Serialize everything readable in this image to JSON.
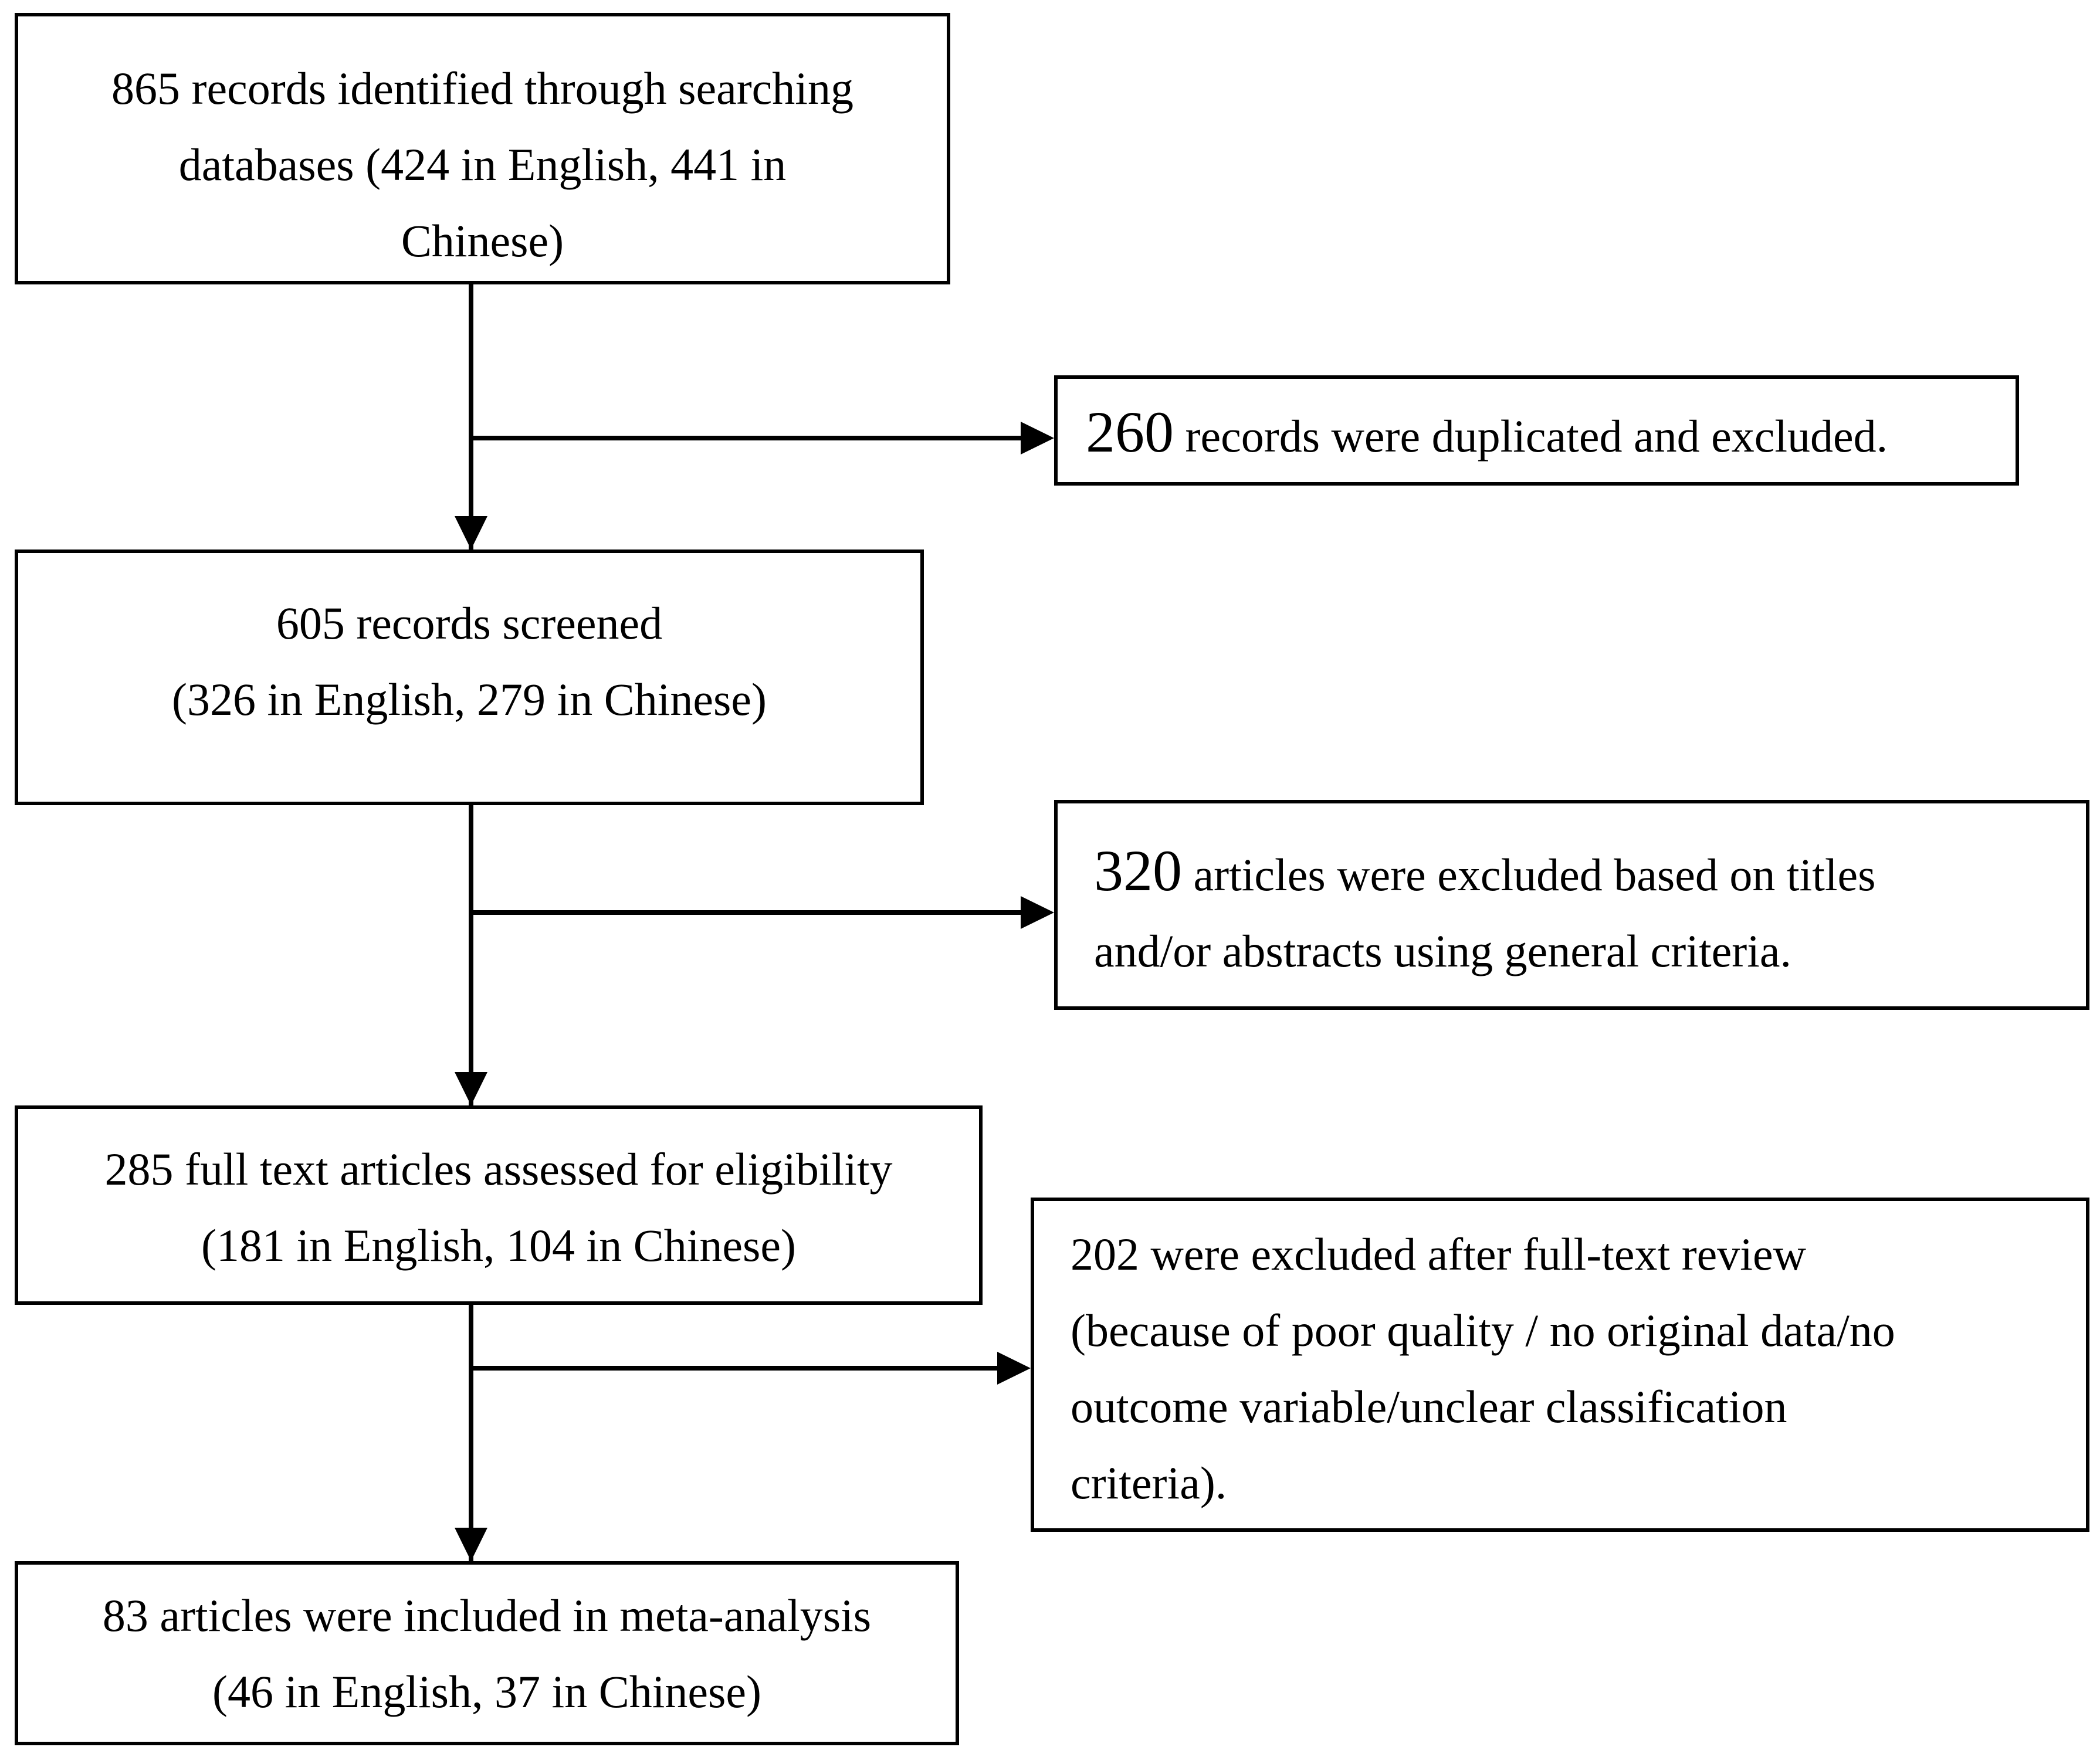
{
  "steps": {
    "identified": {
      "line1": "865 records identified through searching",
      "line2": "databases (424 in English, 441 in",
      "line3": "Chinese)"
    },
    "screened": {
      "line1": "605 records screened",
      "line2": "(326 in English, 279 in Chinese)"
    },
    "eligibility": {
      "line1": "285 full text articles assessed for eligibility",
      "line2": "(181 in English, 104 in Chinese)"
    },
    "included": {
      "line1": "83 articles were included in meta-analysis",
      "line2": "(46 in English, 37 in Chinese)"
    }
  },
  "exclusions": {
    "duplicates": {
      "count": "260",
      "text": " records were duplicated and excluded."
    },
    "title_abstract": {
      "count": "320",
      "line1_rest": " articles were excluded based on titles",
      "line2": "and/or abstracts using general criteria."
    },
    "full_text": {
      "line1": "202 were excluded after full-text review",
      "line2": "(because of poor quality / no original data/no",
      "line3": "outcome variable/unclear classification",
      "line4": "criteria)."
    }
  }
}
